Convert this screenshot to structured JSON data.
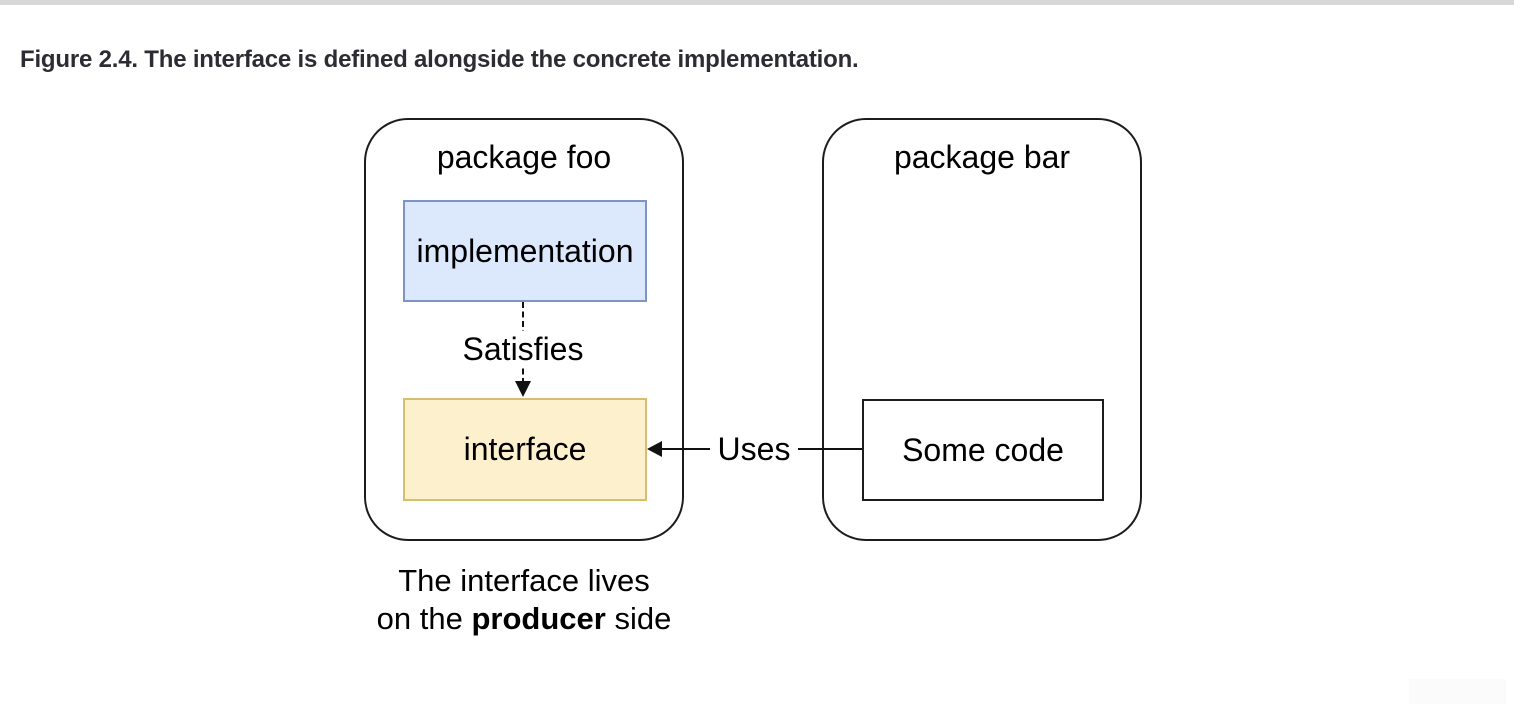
{
  "page": {
    "figure_caption": "Figure 2.4. The interface is defined alongside the concrete implementation."
  },
  "diagram": {
    "package_foo": {
      "label": "package foo"
    },
    "package_bar": {
      "label": "package bar"
    },
    "nodes": {
      "implementation": {
        "label": "implementation",
        "fill": "#dce8fb",
        "stroke": "#7d95c5"
      },
      "interface": {
        "label": "interface",
        "fill": "#fdf0cd",
        "stroke": "#d8bd6e"
      },
      "some_code": {
        "label": "Some code",
        "fill": "#ffffff",
        "stroke": "#1c1c1c"
      }
    },
    "edges": {
      "satisfies": {
        "label": "Satisfies",
        "style": "dashed",
        "direction": "down"
      },
      "uses": {
        "label": "Uses",
        "style": "solid",
        "direction": "left"
      }
    },
    "annotation": {
      "line1": "The interface lives",
      "line2_prefix": "on the ",
      "line2_bold": "producer",
      "line2_suffix": " side"
    }
  },
  "chrome": {
    "top_bar_color": "#d8d8d8",
    "text_color": "#2c2c33"
  }
}
